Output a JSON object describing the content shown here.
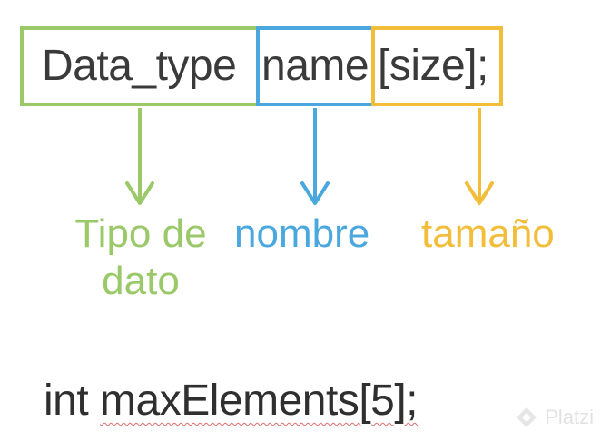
{
  "colors": {
    "type": "#9bc96a",
    "name": "#4aa8de",
    "size": "#f2be3a"
  },
  "syntax": {
    "type": "Data_type",
    "name": "name",
    "size": "[size];"
  },
  "labels": {
    "type_line1": "Tipo de",
    "type_line2": "dato",
    "name": "nombre",
    "size": "tamaño"
  },
  "example": {
    "keyword": "int",
    "identifier": "maxElements",
    "suffix": "[5];"
  },
  "watermark": {
    "icon": "platzi-logo-icon",
    "text": "Platzi"
  }
}
